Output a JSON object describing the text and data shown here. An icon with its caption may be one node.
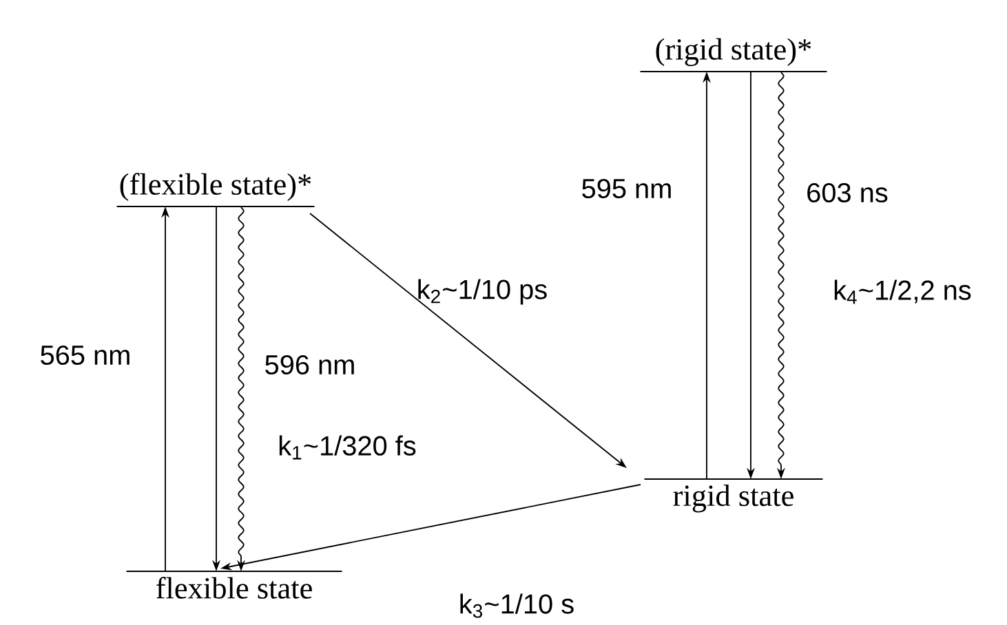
{
  "diagram": {
    "nodes": [
      {
        "text": [
          "(flexible state)*"
        ]
      },
      {
        "text": [
          "flexible state"
        ]
      },
      {
        "text": [
          "(rigid state)*"
        ]
      },
      {
        "text": [
          "rigid state"
        ]
      }
    ],
    "edges": [
      {
        "from": 1,
        "to": 0,
        "arrow": "to",
        "label": "565 nm"
      },
      {
        "from": 0,
        "to": 1,
        "arrow": "to",
        "label": "596 nm"
      },
      {
        "from": 0,
        "to": 1,
        "arrow": "to",
        "label": "k$_{1}$~1/320 fs"
      },
      {
        "from": 0,
        "to": 3,
        "arrow": "to",
        "label": "k$_{2}$~1/10 ps"
      },
      {
        "from": 3,
        "to": 1,
        "arrow": "to",
        "label": "k$_{3}$~1/10 s"
      },
      {
        "from": 3,
        "to": 2,
        "arrow": "to",
        "label": "595 nm"
      },
      {
        "from": 2,
        "to": 3,
        "arrow": "to",
        "label": "603 ns"
      },
      {
        "from": 2,
        "to": 3,
        "arrow": "to",
        "label": "k$_{4}$~1/2,2 ns"
      }
    ]
  }
}
